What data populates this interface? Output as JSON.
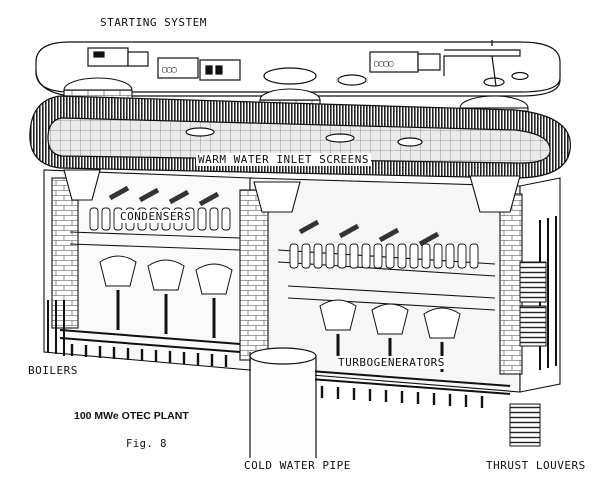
{
  "labels": {
    "starting_system": "STARTING SYSTEM",
    "warm_water_inlet_screens": "WARM WATER INLET SCREENS",
    "condensers": "CONDENSERS",
    "boilers": "BOILERS",
    "turbogenerators": "TURBOGENERATORS",
    "cold_water_pipe": "COLD WATER PIPE",
    "thrust_louvers": "THRUST LOUVERS"
  },
  "caption": {
    "title": "100 MWe OTEC PLANT",
    "figure": "Fig. 8"
  },
  "colors": {
    "ink": "#111111",
    "paper": "#ffffff",
    "band": "#2a2a2a"
  }
}
